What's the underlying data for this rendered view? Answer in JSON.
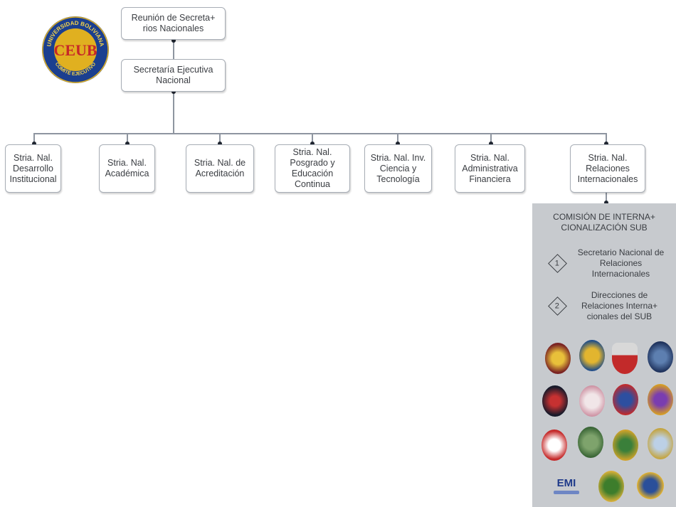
{
  "logo": {
    "letters": "CEUB",
    "ring_top": "UNIVERSIDAD BOLIVIANA",
    "ring_bottom": "COMITÉ EJECUTIVO"
  },
  "top": {
    "text": "Reunión de Secreta+ rios Nacionales"
  },
  "exec": {
    "text": "Secretaría Ejecutiva Nacional"
  },
  "secretariats": [
    {
      "text": "Stria. Nal. Desarrollo Institucional"
    },
    {
      "text": "Stria. Nal. Académica"
    },
    {
      "text": "Stria. Nal. de Acreditación"
    },
    {
      "text": "Stria. Nal. Posgrado y Educación Continua"
    },
    {
      "text": "Stria. Nal. Inv. Ciencia y Tecnología"
    },
    {
      "text": "Stria. Nal. Administrativa Financiera"
    },
    {
      "text": "Stria. Nal. Relaciones Internacionales"
    }
  ],
  "commission": {
    "title": "COMISIÓN DE INTERNA+ CIONALIZACIÓN SUB",
    "items": [
      {
        "number": "1",
        "text": "Secretario Nacional de Relaciones Internacionales"
      },
      {
        "number": "2",
        "text": "Direcciones de Relaciones Interna+ cionales del SUB"
      }
    ],
    "emi_label": "EMI"
  },
  "colors": {
    "line": "#8e95a0",
    "border": "#a7adb5",
    "panel": "#c7cace",
    "logo_blue": "#1b3f8f",
    "logo_gold": "#e0b020",
    "logo_red": "#c62828"
  }
}
